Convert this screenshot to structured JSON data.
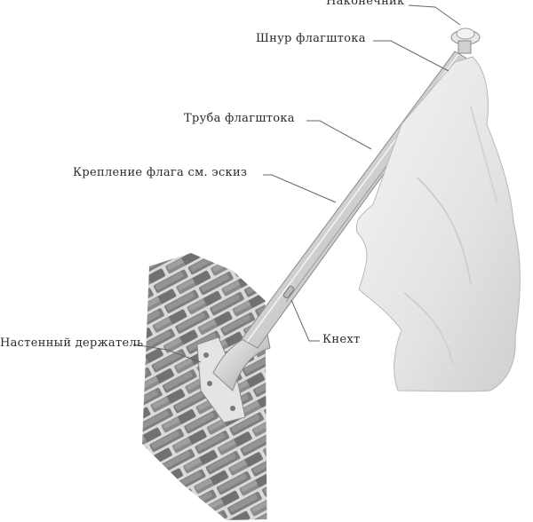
{
  "labels": {
    "finial": "Наконечник",
    "halyard": "Шнур флагштока",
    "pole_tube": "Труба флагштока",
    "flag_mount": "Крепление флага см. эскиз",
    "wall_bracket": "Настенный держатель",
    "cleat": "Кнехт"
  },
  "colors": {
    "brick_dark": "#555555",
    "brick_light": "#9a9a9a",
    "pole": "#d9d9d9",
    "flag": "#e6e6e6",
    "leader": "#666666"
  }
}
